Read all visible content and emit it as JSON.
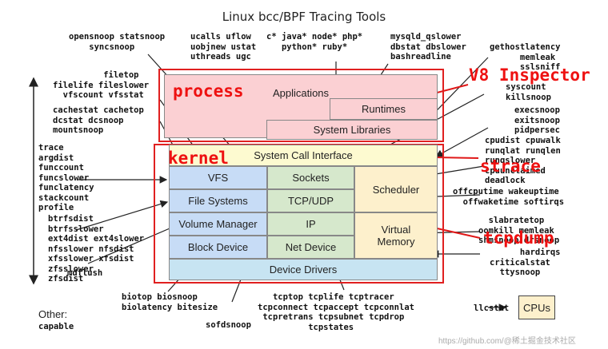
{
  "title": "Linux bcc/BPF Tracing Tools",
  "boxes": {
    "applications": "Applications",
    "runtimes": "Runtimes",
    "system_libraries": "System Libraries",
    "syscall_interface": "System Call Interface",
    "vfs": "VFS",
    "sockets": "Sockets",
    "scheduler": "Scheduler",
    "file_systems": "File Systems",
    "tcp_udp": "TCP/UDP",
    "volume_manager": "Volume Manager",
    "ip": "IP",
    "virtual_memory": "Virtual\nMemory",
    "block_device": "Block Device",
    "net_device": "Net Device",
    "device_drivers": "Device Drivers",
    "cpus": "CPUs"
  },
  "annotations": {
    "process": "process",
    "kernel": "kernel",
    "v8_inspector": "V8 Inspector",
    "strace": "strace",
    "tcpdump": "tcpdump"
  },
  "tools": {
    "opensnoop": "opensnoop statsnoop\n    syncsnoop",
    "ucalls": "ucalls uflow\nuobjnew ustat\nuthreads ugc",
    "langs": "c* java* node* php*\n   python* ruby*",
    "mysqld": "mysqld_qslower\ndbstat dbslower\nbashreadline",
    "gethost": "gethostlatency\n      memleak\n      sslsniff",
    "filetop": "          filetop\nfilelife fileslower\n  vfscount vfsstat",
    "syscount": "syscount\nkillsnoop",
    "cachestat": "cachestat cachetop\ndcstat dcsnoop\nmountsnoop",
    "execsnoop": "execsnoop\nexitsnoop\npidpersec",
    "trace": "trace\nargdist\nfunccount\nfuncslower\nfunclatency\nstackcount\nprofile",
    "cpudist": "cpudist cpuwalk\nrunqlat runqlen\nrunqslower\ncpuunclaimed\ndeadlock",
    "offcpu": "offcputime wakeuptime\n  offwaketime softirqs",
    "btrfs": "btrfsdist\nbtrfsslower\next4dist ext4slower\nnfsslower nfsdist\nxfsslower xfsdist\nzfsslower\nzfsdist",
    "slabratetop": "  slabratetop\noomkill memleak\nshmsnoop drsnoop",
    "hardirqs": "      hardirqs\ncriticalstat\n  ttysnoop",
    "mdflush": "mdflush",
    "biotop": "biotop biosnoop\nbiolatency bitesize",
    "tcptop": "   tcptop tcplife tcptracer\ntcpconnect tcpaccept tcpconnlat\n tcpretrans tcpsubnet tcpdrop\n          tcpstates",
    "sofdsnoop": "sofdsnoop",
    "llcstat": "llcstat",
    "capable": "capable"
  },
  "other_label": "Other:",
  "watermark": "https://github.com/@稀土掘金技术社区"
}
